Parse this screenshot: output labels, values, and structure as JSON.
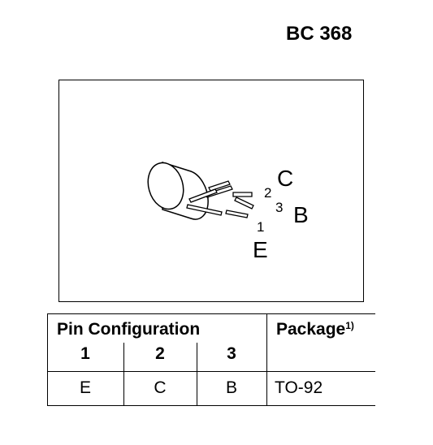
{
  "part_number": "BC 368",
  "diagram": {
    "pins": [
      {
        "number": "2",
        "letter": "C"
      },
      {
        "number": "3",
        "letter": "B"
      },
      {
        "number": "1",
        "letter": "E"
      }
    ]
  },
  "table": {
    "pin_config_header": "Pin Configuration",
    "package_header": "Package",
    "package_footnote": "1)",
    "pin_numbers": [
      "1",
      "2",
      "3"
    ],
    "pin_values": [
      "E",
      "C",
      "B"
    ],
    "package_value": "TO-92"
  }
}
